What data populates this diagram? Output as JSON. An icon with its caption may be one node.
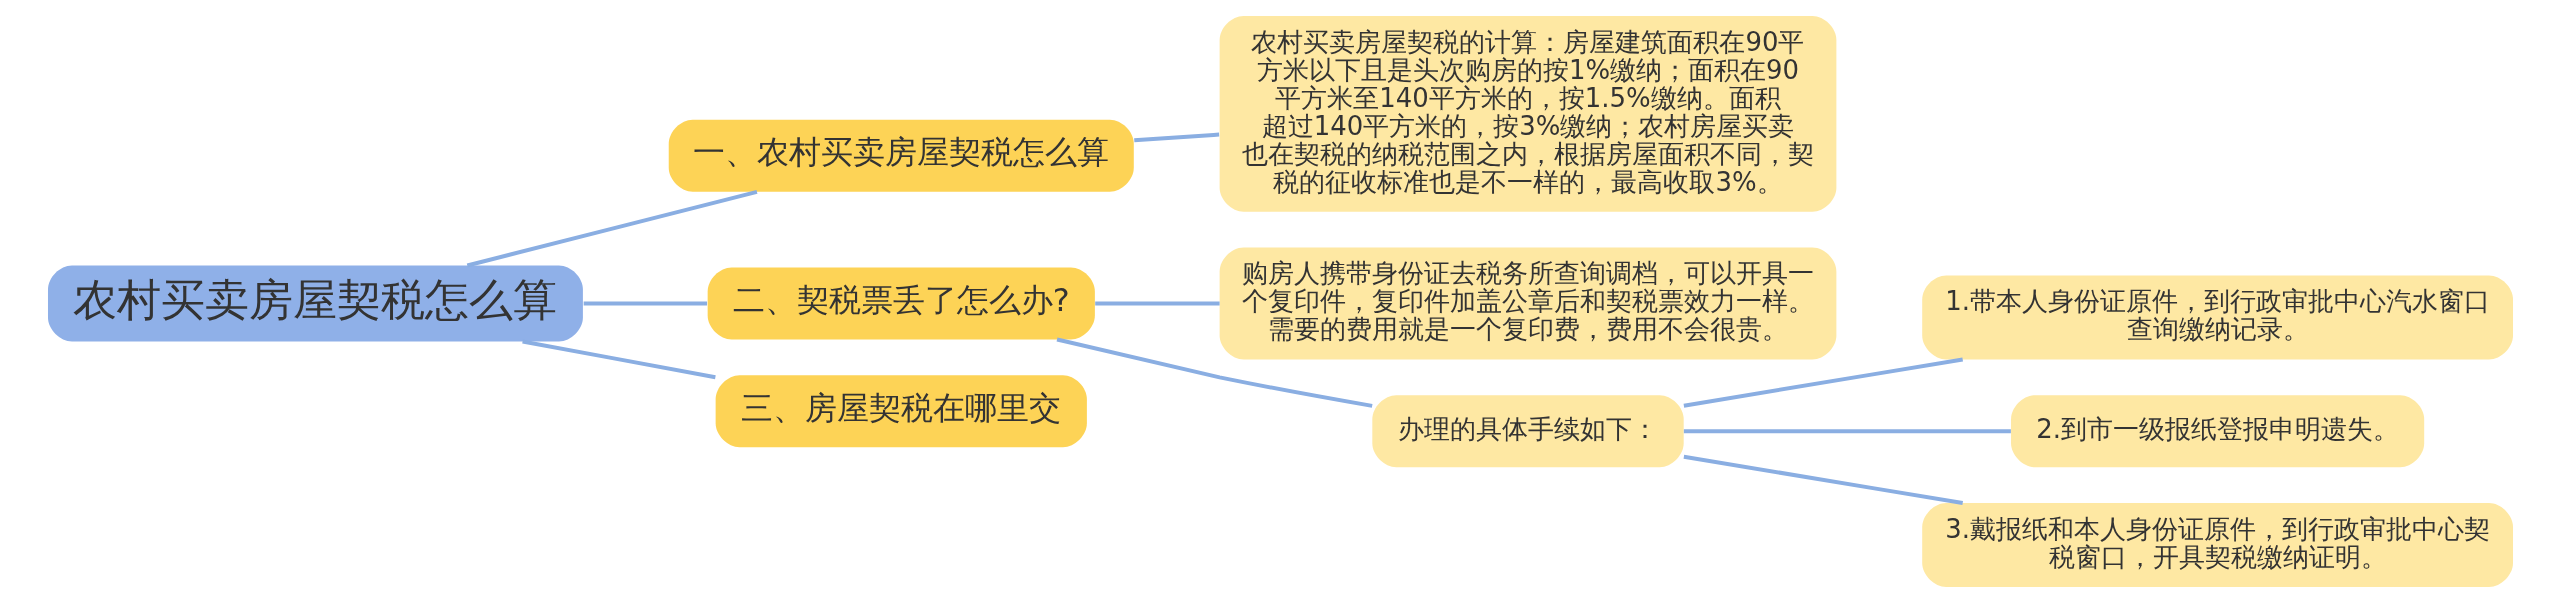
{
  "diagram": {
    "nodes": [
      {
        "text": [
          "农村买卖房屋契税怎么算"
        ]
      },
      {
        "text": [
          "一、农村买卖房屋契税怎么算"
        ]
      },
      {
        "text": [
          "农村买卖房屋契税的计算：房屋建筑面积在90平方米以下且是头次购房的按1%缴纳；面积在90平方米至140平方米的，按1.5%缴纳。面积超过140平方米的，按3%缴纳；农村房屋买卖也在契税的纳税范围之内，根据房屋面积不同，契税的征收标准也是不一样的，最高收取3%。"
        ]
      },
      {
        "text": [
          "二、契税票丢了怎么办?"
        ]
      },
      {
        "text": [
          "购房人携带身份证去税务所查询调档，可以开具一个复印件，复印件加盖公章后和契税票效力一样。需要的费用就是一个复印费，费用不会很贵。"
        ]
      },
      {
        "text": [
          "办理的具体手续如下："
        ]
      },
      {
        "text": [
          "1.带本人身份证原件，到行政审批中心汽水窗口查询缴纳记录。"
        ]
      },
      {
        "text": [
          "2.到市一级报纸登报申明遗失。"
        ]
      },
      {
        "text": [
          "3.戴报纸和本人身份证原件，到行政审批中心契税窗口，开具契税缴纳证明。"
        ]
      },
      {
        "text": [
          "三、房屋契税在哪里交"
        ]
      }
    ],
    "edges": [
      {
        "from": 0,
        "to": 1,
        "arrow": "none"
      },
      {
        "from": 1,
        "to": 2,
        "arrow": "none"
      },
      {
        "from": 0,
        "to": 3,
        "arrow": "none"
      },
      {
        "from": 3,
        "to": 4,
        "arrow": "none"
      },
      {
        "from": 3,
        "to": 5,
        "arrow": "none"
      },
      {
        "from": 5,
        "to": 6,
        "arrow": "none"
      },
      {
        "from": 5,
        "to": 7,
        "arrow": "none"
      },
      {
        "from": 5,
        "to": 8,
        "arrow": "none"
      },
      {
        "from": 0,
        "to": 9,
        "arrow": "none"
      }
    ]
  }
}
